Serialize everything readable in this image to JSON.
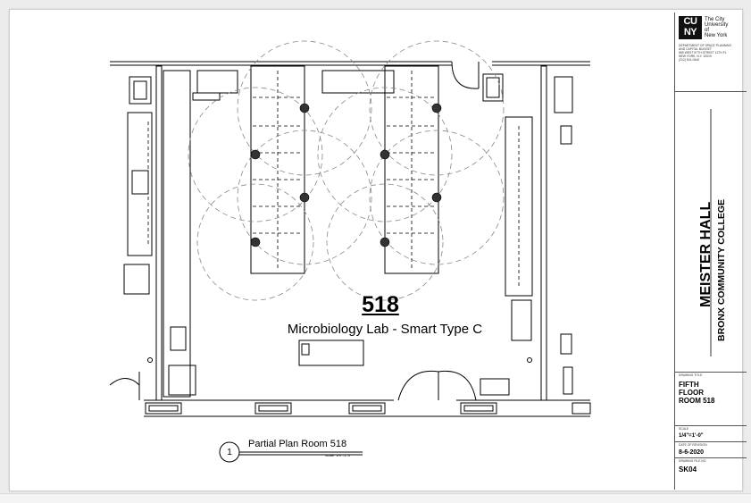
{
  "room": {
    "number": "518",
    "name": "Microbiology Lab - Smart Type C"
  },
  "callout": {
    "number": "1",
    "title": "Partial Plan Room 518",
    "scale": "Scale: 1/4\"=1'-0\""
  },
  "title_block": {
    "logo_letters": "CU NY",
    "logo_lines": [
      "The City",
      "University",
      "of",
      "New York"
    ],
    "address_lines": [
      "DEPARTMENT OF SPACE PLANNING",
      "AND CAPITAL BUDGET",
      "555 WEST 57TH STREET 11TH FL",
      "NEW YORK, N.Y. 10019",
      "(212) 541-0440"
    ],
    "building": "MEISTER HALL",
    "college": "BRONX COMMUNITY COLLEGE",
    "drawing_title_label": "DRAWING TITLE",
    "drawing_title": [
      "FIFTH",
      "FLOOR",
      "ROOM 518"
    ],
    "scale_label": "SCALE",
    "scale": "1/4\"=1'-0\"",
    "date_label": "DATE OF REVISION",
    "date": "8-6-2020",
    "file_label": "DRAWING FILE NO.",
    "file": "SK04"
  },
  "colors": {
    "line": "#000000",
    "dashed": "#888888",
    "dot": "#333333"
  }
}
